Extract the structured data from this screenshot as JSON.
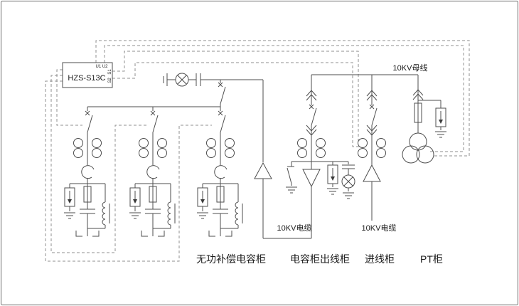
{
  "diagram": {
    "controller": {
      "model": "HZS-S13C",
      "terminals_top": "U1 U2",
      "terminal_side_1": "S1",
      "terminal_side_2": "S2"
    },
    "wire_labels": {
      "busbar": "10KV母线",
      "cable_capacitor": "10KV电缆",
      "cable_incoming": "10KV电缆"
    },
    "cabinet_labels": {
      "capacitor": "无功补偿电容柜",
      "capacitor_outgoing": "电容柜出线柜",
      "incoming": "进线柜",
      "pt": "PT柜"
    },
    "colors": {
      "line": "#4d4d4d",
      "dashed_line": "#8f8f8f",
      "text": "#1a1a1a",
      "background": "#ffffff",
      "frame_border": "#c4c4c4"
    }
  }
}
